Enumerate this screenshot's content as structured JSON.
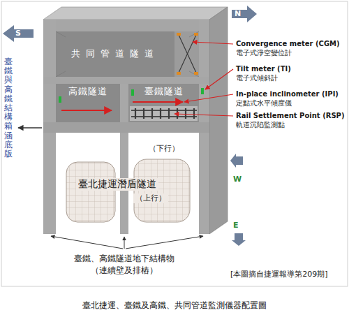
{
  "diagram": {
    "caption": "臺北捷運、臺鐵及高鐵、共同管道監測儀器配置圖",
    "nodes": [
      {
        "text": [
          "共同管道隧道"
        ]
      },
      {
        "text": [
          "高鐵隧道"
        ]
      },
      {
        "text": [
          "臺鐵隧道"
        ]
      },
      {
        "text": [
          "（下行）",
          "臺北捷運潛盾隧道",
          "（上行）"
        ]
      }
    ],
    "labels": [
      "S",
      "N",
      "Convergence meter (CGM)",
      "電子式淨空變位計",
      "Tilt meter (TI)",
      "電子式傾斜計",
      "In-place inclinometer (IPI)",
      "定點式水平傾度儀",
      "Rail Settlement Point (RSP)",
      "軌道沉陷監測點",
      "臺鐵與高鐵結構箱涵底版",
      "W",
      "E",
      "臺鐵、高鐵隧道地下結構物",
      "（連續壁及排樁）",
      "[本圖摘自捷運報導第209期]"
    ]
  }
}
